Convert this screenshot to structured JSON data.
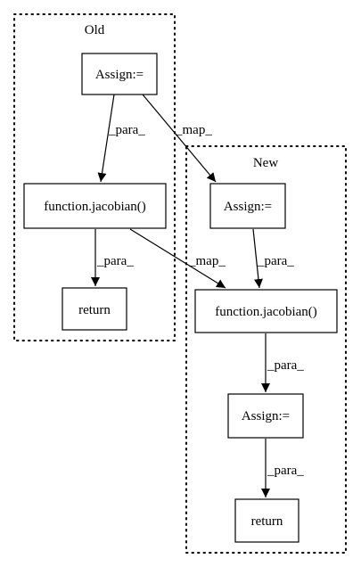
{
  "clusters": {
    "old": {
      "label": "Old"
    },
    "new": {
      "label": "New"
    }
  },
  "nodes": {
    "old_assign": {
      "label": "Assign:="
    },
    "old_jacobian": {
      "label": "function.jacobian()"
    },
    "old_return": {
      "label": "return"
    },
    "new_assign_top": {
      "label": "Assign:="
    },
    "new_jacobian": {
      "label": "function.jacobian()"
    },
    "new_assign_mid": {
      "label": "Assign:="
    },
    "new_return": {
      "label": "return"
    }
  },
  "edges": {
    "old_assign_to_old_jacobian": {
      "label": "_para_"
    },
    "old_assign_to_new_assign_top": {
      "label": "_map_"
    },
    "old_jacobian_to_old_return": {
      "label": "_para_"
    },
    "old_jacobian_to_new_jacobian": {
      "label": "_map_"
    },
    "new_assign_top_to_new_jacobian": {
      "label": "_para_"
    },
    "new_jacobian_to_new_assign_mid": {
      "label": "_para_"
    },
    "new_assign_mid_to_new_return": {
      "label": "_para_"
    }
  }
}
